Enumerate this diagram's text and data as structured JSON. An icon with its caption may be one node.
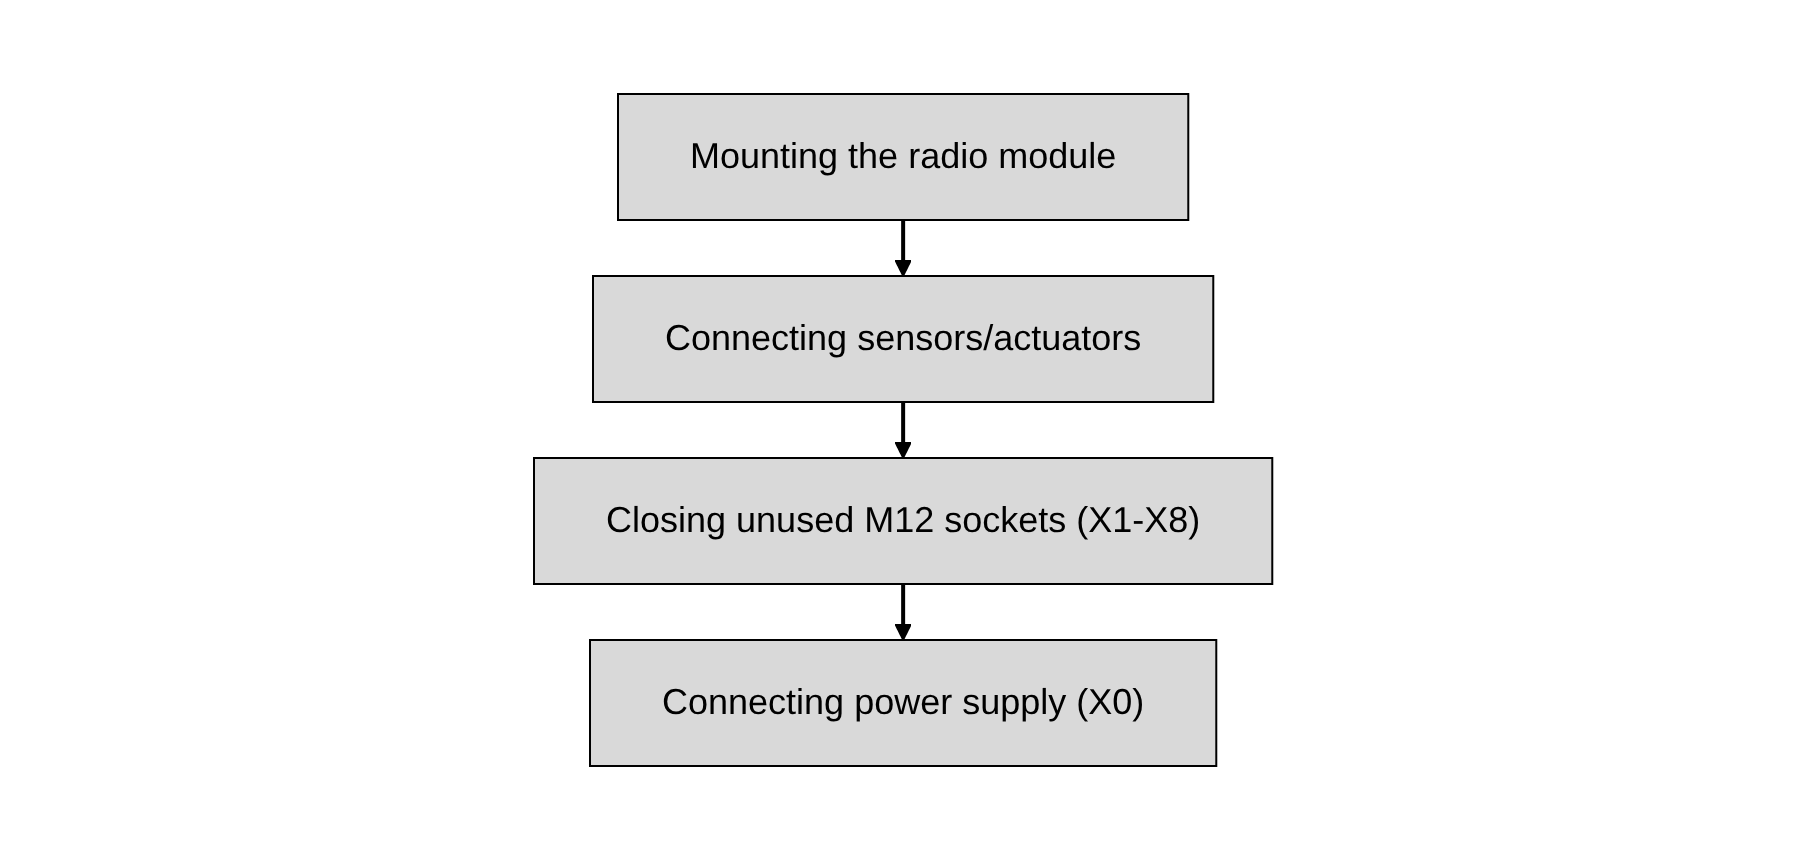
{
  "diagram": {
    "nodes": [
      {
        "text": [
          "Mounting the radio module"
        ]
      },
      {
        "text": [
          "Connecting sensors/actuators"
        ]
      },
      {
        "text": [
          "Closing unused M12 sockets (X1-X8)"
        ]
      },
      {
        "text": [
          "Connecting power supply (X0)"
        ]
      }
    ],
    "edges": [
      {
        "from": 0,
        "to": 1,
        "arrow": "to"
      },
      {
        "from": 1,
        "to": 2,
        "arrow": "to"
      },
      {
        "from": 2,
        "to": 3,
        "arrow": "to"
      }
    ]
  }
}
